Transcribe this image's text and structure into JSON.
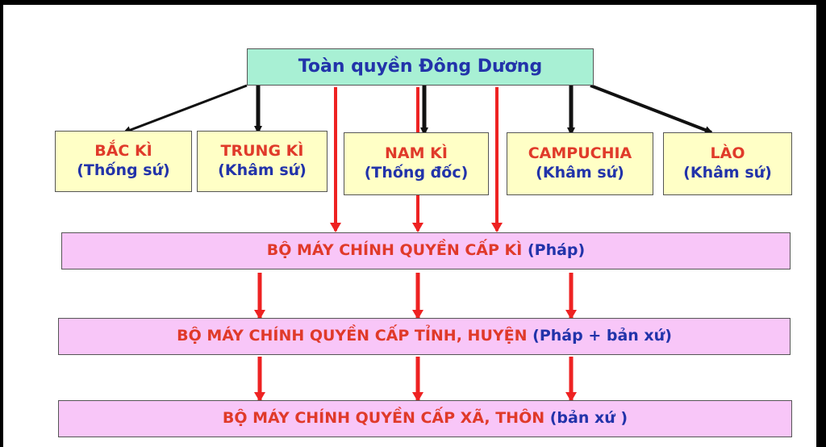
{
  "top": {
    "label": "Toàn quyền Đông Dương"
  },
  "regions": [
    {
      "name": "BẮC KÌ",
      "title": "(Thống sứ)"
    },
    {
      "name": "TRUNG KÌ",
      "title": "(Khâm sứ)"
    },
    {
      "name": "NAM KÌ",
      "title": "(Thống đốc)"
    },
    {
      "name": "CAMPUCHIA",
      "title": "(Khâm sứ)"
    },
    {
      "name": "LÀO",
      "title": "(Khâm sứ)"
    }
  ],
  "levels": [
    {
      "main": "BỘ MÁY CHÍNH QUYỀN CẤP KÌ ",
      "note": "(Pháp)"
    },
    {
      "main": "BỘ MÁY CHÍNH QUYỀN CẤP TỈNH, HUYỆN ",
      "note": "(Pháp + bản xứ)"
    },
    {
      "main": "BỘ MÁY CHÍNH QUYỀN CẤP XÃ, THÔN ",
      "note": "(bản xứ )"
    }
  ],
  "colors": {
    "red_arrow": "#ee2222",
    "black_arrow": "#111111",
    "text_red": "#e03a2a",
    "text_blue": "#2233aa"
  }
}
